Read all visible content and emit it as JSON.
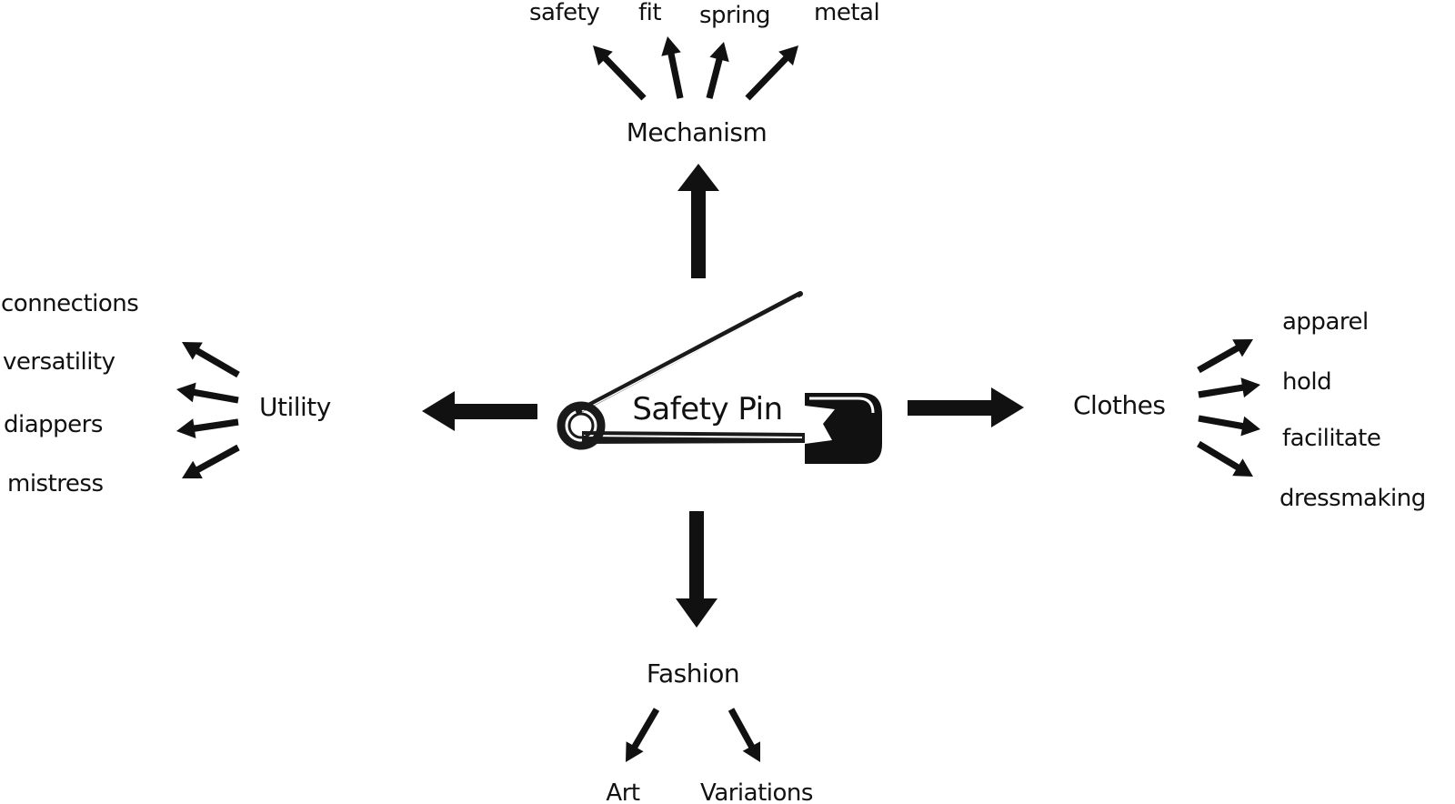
{
  "center": {
    "label": "Safety Pin",
    "icon": "safety-pin-icon"
  },
  "branches": {
    "top": {
      "label": "Mechanism",
      "leaves": [
        "safety",
        "fit",
        "spring",
        "metal"
      ]
    },
    "left": {
      "label": "Utility",
      "leaves": [
        "connections",
        "versatility",
        "diappers",
        "mistress"
      ]
    },
    "right": {
      "label": "Clothes",
      "leaves": [
        "apparel",
        "hold",
        "facilitate",
        "dressmaking"
      ]
    },
    "bottom": {
      "label": "Fashion",
      "leaves": [
        "Art",
        "Variations"
      ]
    }
  },
  "colors": {
    "ink": "#111111",
    "background": "#ffffff"
  }
}
